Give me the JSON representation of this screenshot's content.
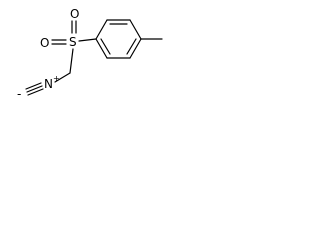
{
  "molecule": {
    "atoms": {
      "oxygen_top": "O",
      "sulfur": "S",
      "oxygen_left": "O",
      "nitrogen": "N"
    },
    "charges": {
      "nitrogen": "+",
      "carbon_terminal": "-"
    }
  }
}
